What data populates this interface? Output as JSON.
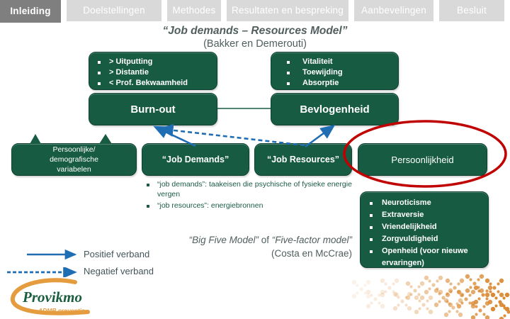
{
  "nav": {
    "tabs": [
      {
        "label": "Inleiding",
        "active": true
      },
      {
        "label": "Doelstellingen",
        "active": false
      },
      {
        "label": "Methodes",
        "active": false
      },
      {
        "label": "Resultaten en bespreking",
        "active": false
      },
      {
        "label": "Aanbevelingen",
        "active": false
      },
      {
        "label": "Besluit",
        "active": false
      }
    ]
  },
  "title": {
    "main": "“Job demands – Resources Model”",
    "sub": "(Bakker en Demerouti)"
  },
  "model": {
    "burnout_symptoms": {
      "items": [
        "> Uitputting",
        "> Distantie",
        "< Prof. Bekwaamheid"
      ]
    },
    "engagement_symptoms": {
      "items": [
        "Vitaliteit",
        "Toewijding",
        "Absorptie"
      ]
    },
    "burnout_label": "Burn-out",
    "engagement_label": "Bevlogenheid",
    "personal_box": {
      "lines": [
        "Persoonlijke/",
        "demografische",
        "variabelen"
      ]
    },
    "job_demands_label": "“Job Demands”",
    "job_resources_label": "“Job Resources”",
    "personality_label": "Persoonlijkheid",
    "definitions": [
      "“job demands”: taakeisen die psychische of fysieke energie vergen",
      "“job resources”: energiebronnen"
    ],
    "big_five": {
      "items": [
        "Neuroticisme",
        "Extraversie",
        "Vriendelijkheid",
        "Zorgvuldigheid",
        "Openheid (voor nieuwe ervaringen)"
      ]
    },
    "big_five_caption": {
      "quote1": "“Big Five Model”",
      "connector": " of ",
      "quote2": "“Five-factor model”",
      "attribution": "(Costa en McCrae)"
    }
  },
  "legend": {
    "positive": "Positief verband",
    "negative": "Negatief verband"
  },
  "logo": {
    "brand": "Provikmo",
    "tagline": "ADMB preventie"
  },
  "colors": {
    "box_green": "#175B43",
    "arrow_blue": "#1F6DB3",
    "highlight_red": "#C00000",
    "tab_active_bg": "#7F7F7F",
    "tab_inactive_bg": "#D9D9D9",
    "logo_orange": "#E49C3F"
  }
}
